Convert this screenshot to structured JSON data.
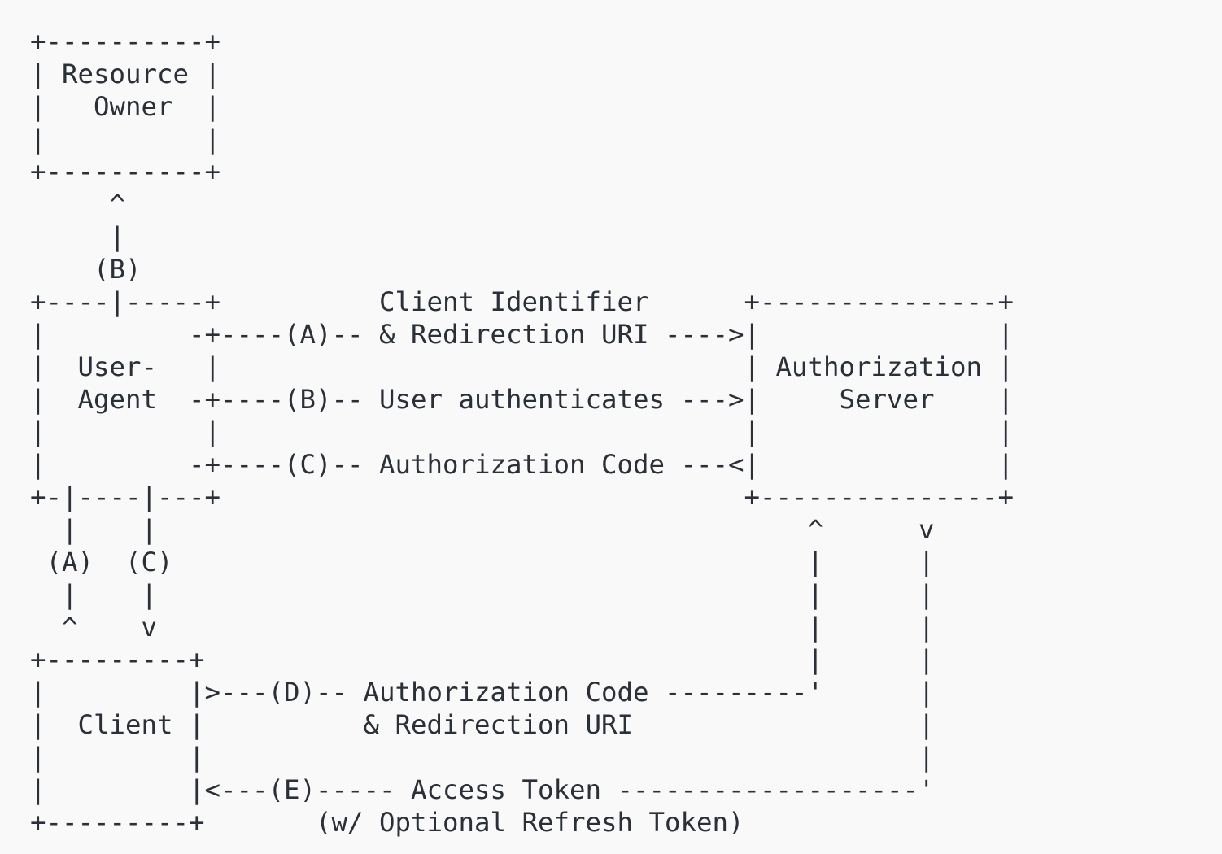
{
  "page": {
    "background_color": "#f8f9f8",
    "text_color": "#2a2f38"
  },
  "diagram": {
    "type": "ascii-flow-diagram",
    "subject": "OAuth authorization code flow",
    "nodes": [
      {
        "name": "Resource Owner"
      },
      {
        "name": "User-Agent"
      },
      {
        "name": "Authorization Server"
      },
      {
        "name": "Client"
      }
    ],
    "steps": [
      {
        "id": "(A)",
        "label": "Client Identifier & Redirection URI"
      },
      {
        "id": "(B)",
        "label": "User authenticates"
      },
      {
        "id": "(C)",
        "label": "Authorization Code"
      },
      {
        "id": "(D)",
        "label": "Authorization Code & Redirection URI"
      },
      {
        "id": "(E)",
        "label": "Access Token (w/ Optional Refresh Token)"
      }
    ],
    "ascii_lines": [
      "+----------+",
      "| Resource |",
      "|   Owner  |",
      "|          |",
      "+----------+",
      "     ^",
      "     |",
      "    (B)",
      "+----|-----+          Client Identifier      +---------------+",
      "|         -+----(A)-- & Redirection URI ---->|               |",
      "|  User-   |                                 | Authorization |",
      "|  Agent  -+----(B)-- User authenticates --->|     Server    |",
      "|          |                                 |               |",
      "|         -+----(C)-- Authorization Code ---<|               |",
      "+-|----|---+                                 +---------------+",
      "  |    |                                         ^      v",
      " (A)  (C)                                        |      |",
      "  |    |                                         |      |",
      "  ^    v                                         |      |",
      "+---------+                                      |      |",
      "|         |>---(D)-- Authorization Code ---------'      |",
      "|  Client |          & Redirection URI                  |",
      "|         |                                             |",
      "|         |<---(E)----- Access Token -------------------'",
      "+---------+       (w/ Optional Refresh Token)"
    ]
  }
}
